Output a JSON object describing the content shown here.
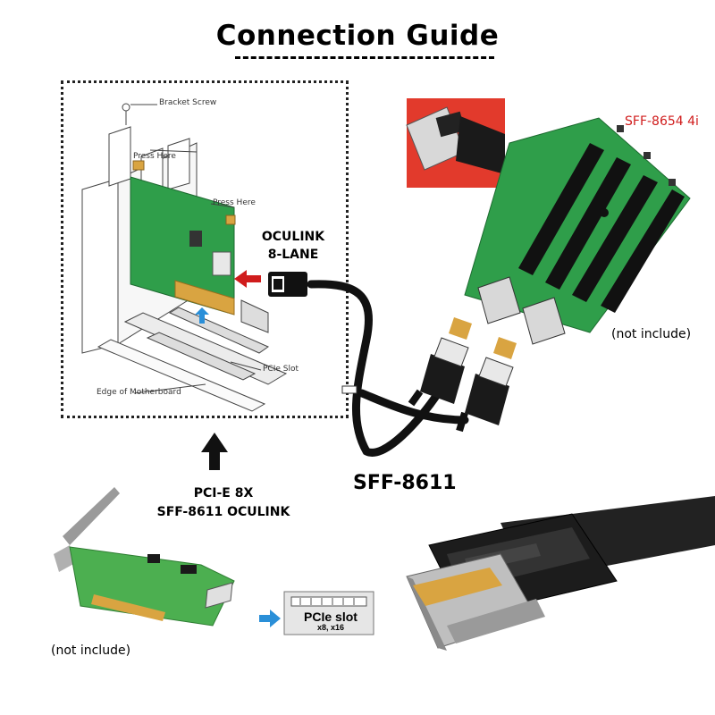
{
  "title": "Connection Guide",
  "install_diagram": {
    "bracket_screw": "Bracket Screw",
    "press_here_1": "Press Here",
    "press_here_2": "Press Here",
    "pcie_slot": "PCIe Slot",
    "edge_of_motherboard": "Edge of Motherboard"
  },
  "oculink_label": {
    "line1": "OCULINK",
    "line2": "8-LANE"
  },
  "card_name": {
    "line1": "PCI-E 8X",
    "line2": "SFF-8611 OCULINK"
  },
  "cable_label": "SFF-8611",
  "board_label": "SFF-8654 4i",
  "not_include_board": "(not include)",
  "not_include_card": "(not include)",
  "pcie_slot_badge": {
    "title": "PCIe slot",
    "subtitle": "x8, x16"
  },
  "colors": {
    "pcb_green": "#2f9e4a",
    "callout_red": "#d01c1c",
    "arrow_blue": "#2a8fd8",
    "connector_gold": "#d9a441"
  }
}
